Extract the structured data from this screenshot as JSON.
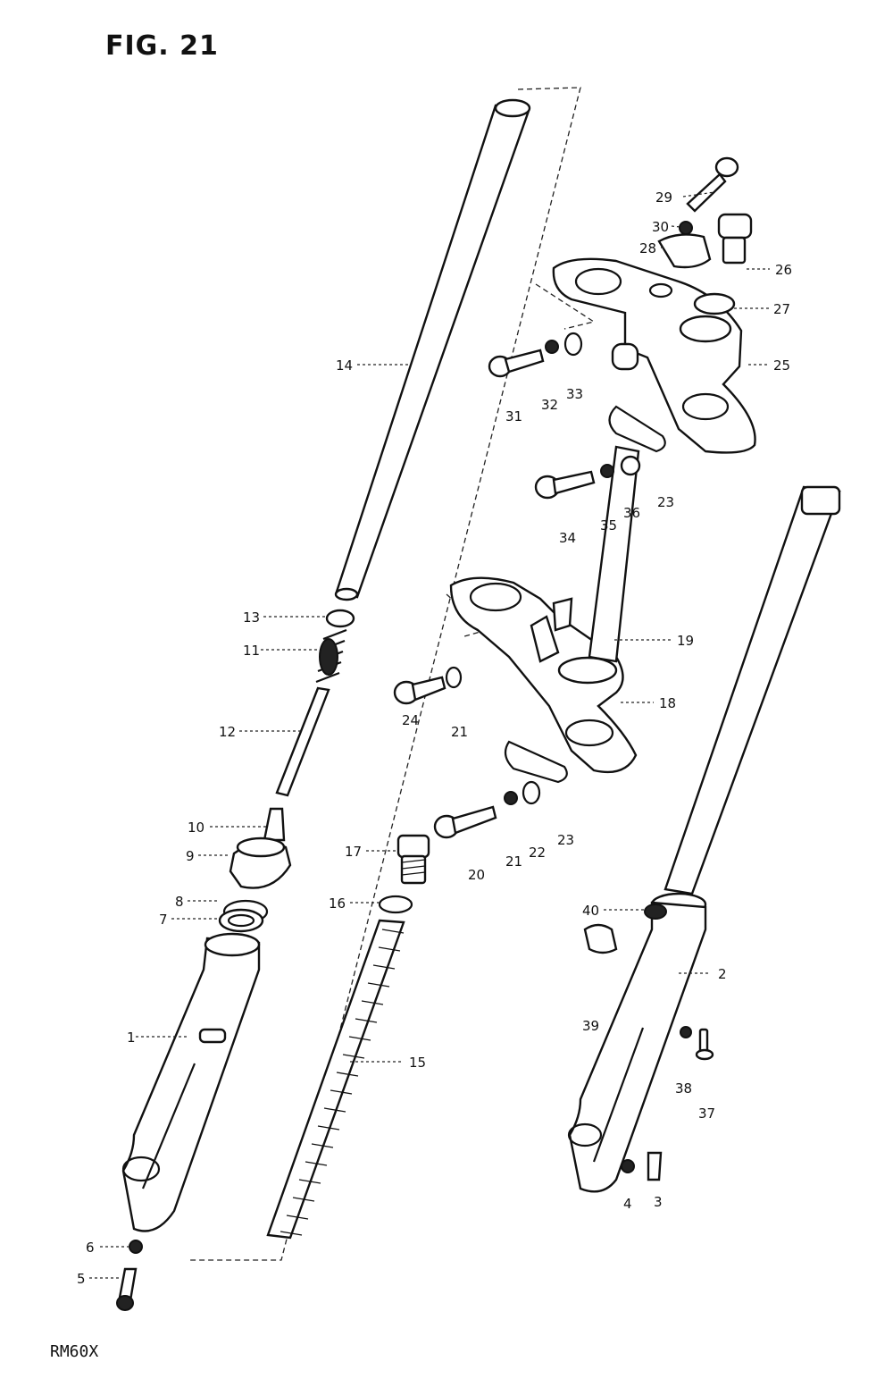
{
  "figure": {
    "title": "FIG. 21",
    "model": "RM60X"
  },
  "callouts": {
    "c1": "1",
    "c2": "2",
    "c3": "3",
    "c4": "4",
    "c5": "5",
    "c6": "6",
    "c7": "7",
    "c8": "8",
    "c9": "9",
    "c10": "10",
    "c11": "11",
    "c12": "12",
    "c13": "13",
    "c14": "14",
    "c15": "15",
    "c16": "16",
    "c17": "17",
    "c18": "18",
    "c19": "19",
    "c20": "20",
    "c21a": "21",
    "c21b": "21",
    "c22": "22",
    "c23a": "23",
    "c23b": "23",
    "c24": "24",
    "c25": "25",
    "c26": "26",
    "c27": "27",
    "c28": "28",
    "c29": "29",
    "c30": "30",
    "c31": "31",
    "c32": "32",
    "c33": "33",
    "c34": "34",
    "c35": "35",
    "c36": "36",
    "c37": "37",
    "c38": "38",
    "c39": "39",
    "c40": "40"
  }
}
